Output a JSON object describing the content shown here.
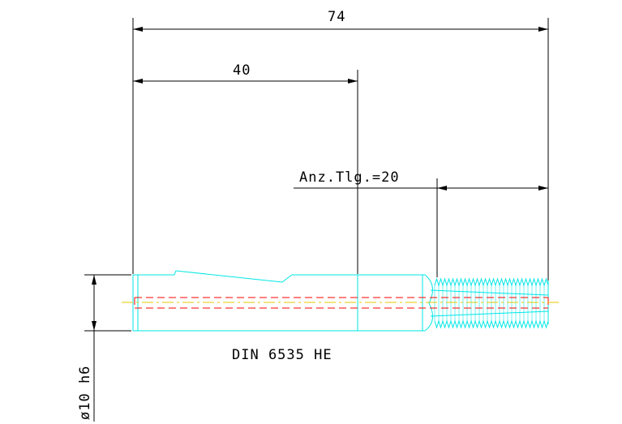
{
  "drawing": {
    "dim_overall_length": "74",
    "dim_shank_length": "40",
    "dim_thread_length": "Anz.Tlg.=20",
    "dim_shank_diameter": "ø10 h6",
    "standard_label": "DIN 6535 HE",
    "colors": {
      "background": "#ffffff",
      "dimension_lines": "#000000",
      "tool_outline": "#00e6e6",
      "hidden_lines": "#ff0000",
      "center_line": "#e6c800"
    }
  }
}
